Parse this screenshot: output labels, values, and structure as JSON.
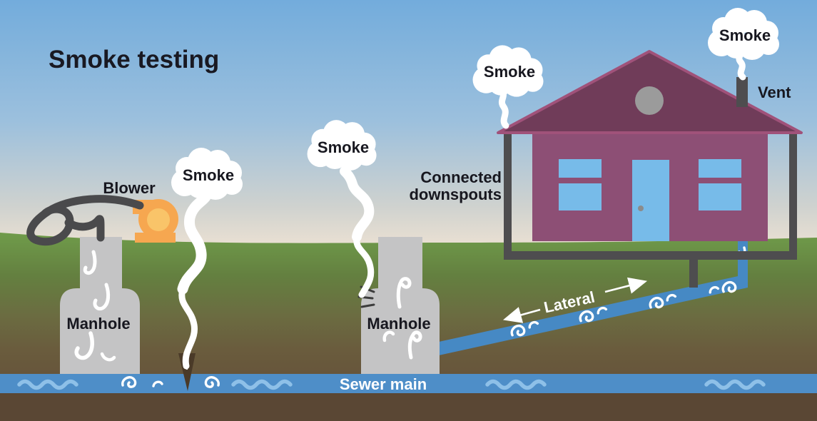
{
  "title": "Smoke testing",
  "scene": {
    "blower": {
      "label": "Blower"
    },
    "manholes": [
      {
        "label": "Manhole"
      },
      {
        "label": "Manhole"
      }
    ],
    "smoke_clouds": [
      {
        "label": "Smoke"
      },
      {
        "label": "Smoke"
      },
      {
        "label": "Smoke"
      },
      {
        "label": "Smoke"
      }
    ],
    "house": {
      "vent_label": "Vent",
      "downspouts_line1": "Connected",
      "downspouts_line2": "downspouts"
    },
    "lateral": {
      "label": "Lateral"
    },
    "sewer_main": {
      "label": "Sewer main"
    }
  },
  "colors": {
    "sky_top": "#73acdc",
    "sky_horizon": "#e8dfd2",
    "grass": "#6f9b4a",
    "soil": "#66543b",
    "deep_soil": "#5a4734",
    "sewer_blue": "#4e8ec8",
    "wave_blue": "#8ec0e8",
    "lateral_blue": "#4689c4",
    "manhole_gray": "#c4c4c5",
    "house_wall": "#8d4f75",
    "house_roof": "#703c59",
    "roof_trim": "#a0527a",
    "window_blue": "#77bbe9",
    "downspout_gray": "#4e4d4f",
    "blower_orange": "#f6a750",
    "blower_inner": "#f9c469",
    "hose_gray": "#4a4a4c",
    "text_dark": "#17171f",
    "text_light": "#ffffff",
    "smoke_white": "#ffffff"
  }
}
